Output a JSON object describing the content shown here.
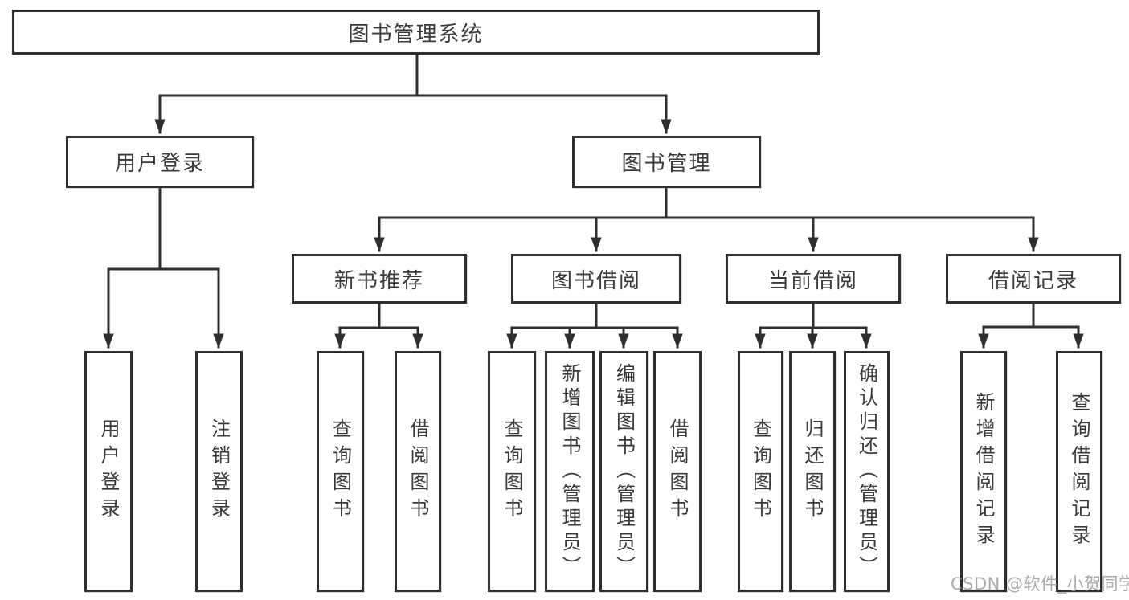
{
  "watermark": "CSDN @软件_小贺同学",
  "colors": {
    "line": "#2e2e2e",
    "box_border": "#2e2e2e",
    "text": "#3a3a3a",
    "background": "#ffffff",
    "watermark": "#9e9a9a"
  },
  "tree": {
    "root": {
      "label": "图书管理系统"
    },
    "branches": [
      {
        "label": "用户登录",
        "children": [
          {
            "label": "用户登录"
          },
          {
            "label": "注销登录"
          }
        ]
      },
      {
        "label": "图书管理",
        "groups": [
          {
            "label": "新书推荐",
            "children": [
              {
                "label": "查询图书"
              },
              {
                "label": "借阅图书"
              }
            ]
          },
          {
            "label": "图书借阅",
            "children": [
              {
                "label": "查询图书"
              },
              {
                "label": "新增图书（管理员）"
              },
              {
                "label": "编辑图书（管理员）"
              },
              {
                "label": "借阅图书"
              }
            ]
          },
          {
            "label": "当前借阅",
            "children": [
              {
                "label": "查询图书"
              },
              {
                "label": "归还图书"
              },
              {
                "label": "确认归还（管理员）"
              }
            ]
          },
          {
            "label": "借阅记录",
            "children": [
              {
                "label": "新增借阅记录"
              },
              {
                "label": "查询借阅记录"
              }
            ]
          }
        ]
      }
    ]
  }
}
